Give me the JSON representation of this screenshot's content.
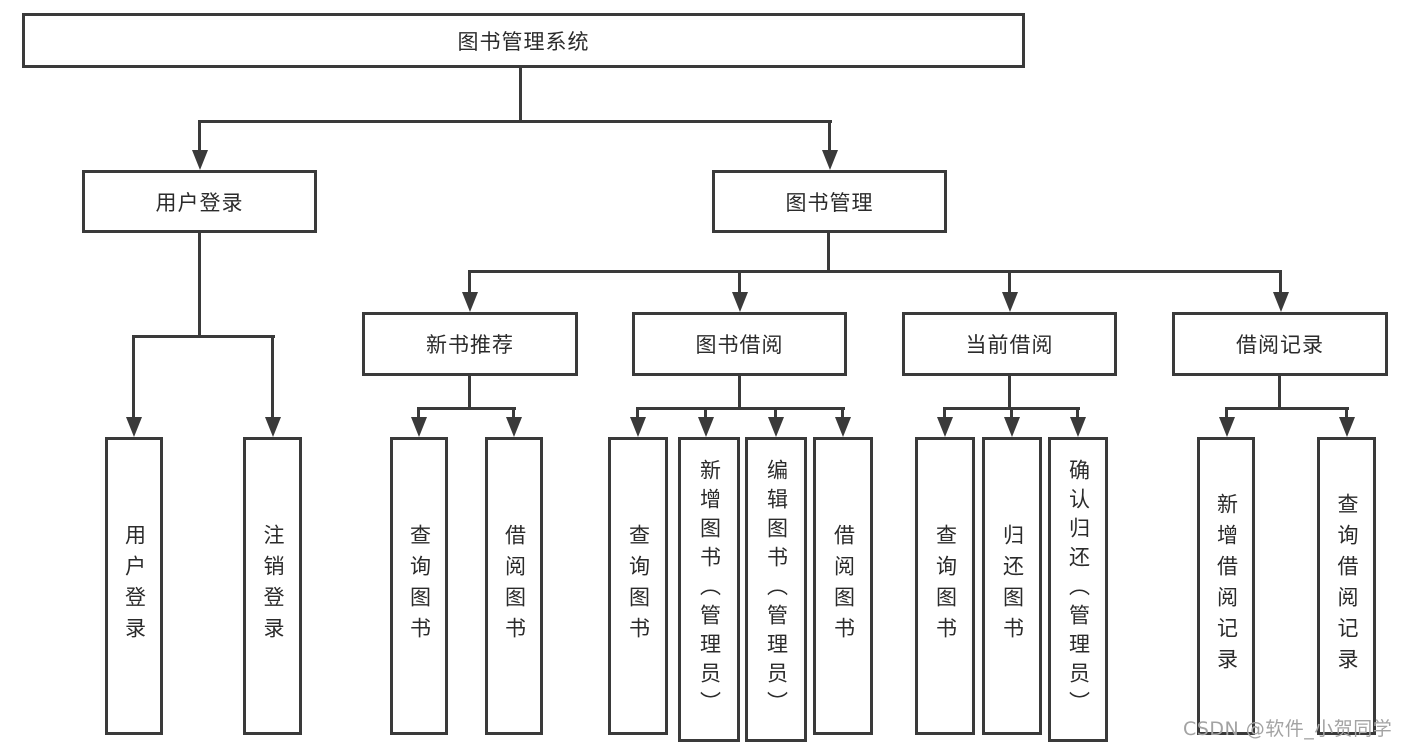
{
  "colors": {
    "line": "#3a3a3a",
    "text": "#2b2b2b",
    "background": "#ffffff",
    "watermark_color": "#a3a3a3"
  },
  "watermark": {
    "text": "CSDN @软件_小贺同学"
  },
  "tree": {
    "root": {
      "label": "图书管理系统"
    },
    "branches": [
      {
        "label": "用户登录",
        "children": [
          {
            "label": "用户登录"
          },
          {
            "label": "注销登录"
          }
        ]
      },
      {
        "label": "图书管理",
        "children": [
          {
            "label": "新书推荐",
            "children": [
              {
                "label": "查询图书"
              },
              {
                "label": "借阅图书"
              }
            ]
          },
          {
            "label": "图书借阅",
            "children": [
              {
                "label": "查询图书"
              },
              {
                "label": "新增图书（管理员）"
              },
              {
                "label": "编辑图书（管理员）"
              },
              {
                "label": "借阅图书"
              }
            ]
          },
          {
            "label": "当前借阅",
            "children": [
              {
                "label": "查询图书"
              },
              {
                "label": "归还图书"
              },
              {
                "label": "确认归还（管理员）"
              }
            ]
          },
          {
            "label": "借阅记录",
            "children": [
              {
                "label": "新增借阅记录"
              },
              {
                "label": "查询借阅记录"
              }
            ]
          }
        ]
      }
    ]
  }
}
